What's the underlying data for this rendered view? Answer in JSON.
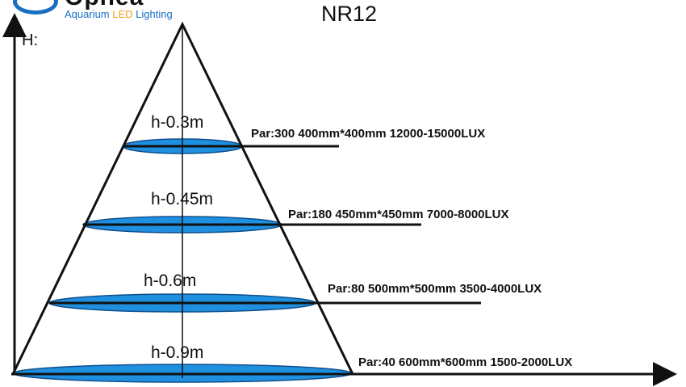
{
  "brand": {
    "name": "Ophea",
    "tagline_prefix": "Aquarium ",
    "tagline_highlight": "LED",
    "tagline_suffix": " Lighting"
  },
  "title": "NR12",
  "axis_label": "H:",
  "colors": {
    "ellipse_fill": "#1f8fe0",
    "ellipse_stroke": "#0f4f8c",
    "line": "#111111",
    "brand_blue": "#1a6fc4",
    "brand_orange": "#f0a21b"
  },
  "levels": [
    {
      "height_label": "h-0.3m",
      "spec": "Par:300  400mm*400mm  12000-15000LUX"
    },
    {
      "height_label": "h-0.45m",
      "spec": "Par:180  450mm*450mm  7000-8000LUX"
    },
    {
      "height_label": "h-0.6m",
      "spec": "Par:80  500mm*500mm  3500-4000LUX"
    },
    {
      "height_label": "h-0.9m",
      "spec": "Par:40  600mm*600mm  1500-2000LUX"
    }
  ]
}
